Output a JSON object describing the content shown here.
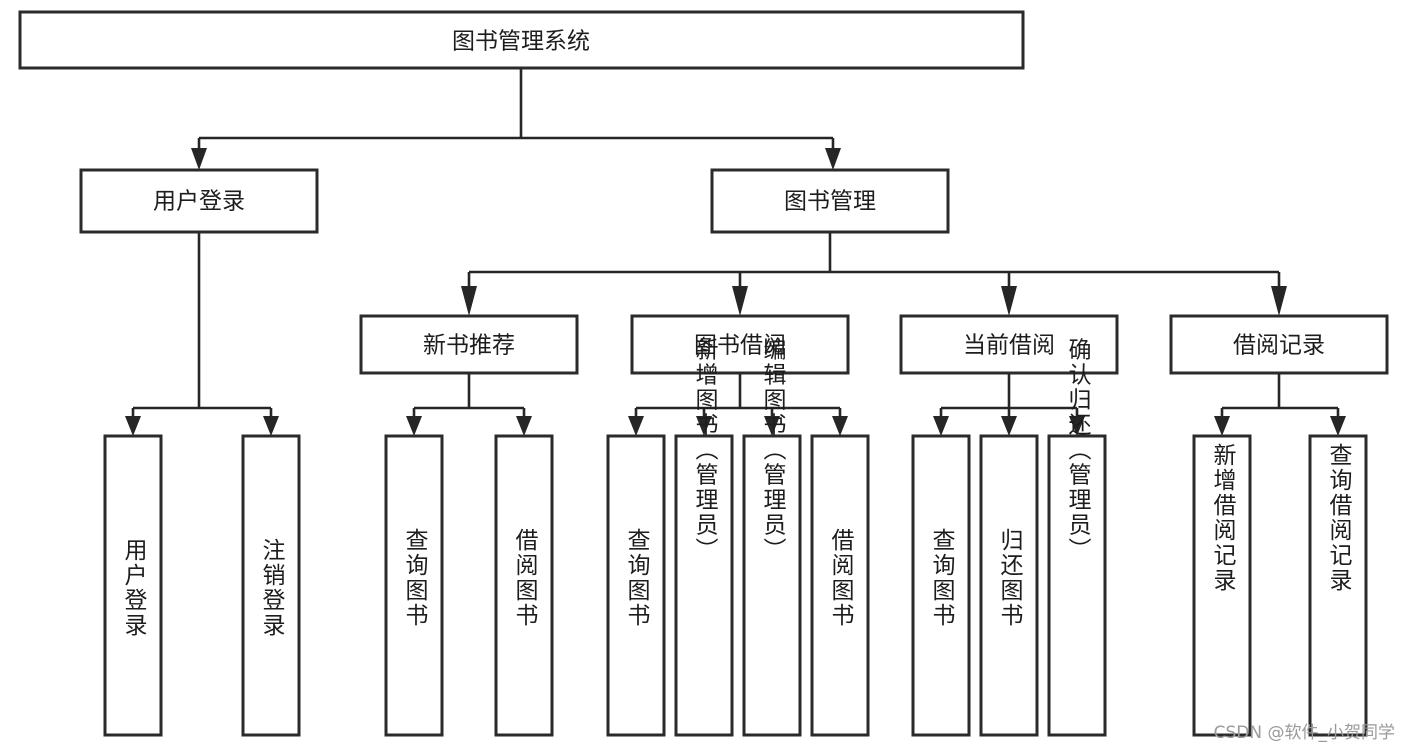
{
  "diagram": {
    "type": "tree-hierarchy",
    "title": "图书管理系统",
    "background_color": "#ffffff",
    "line_color": "#262626",
    "box_fill": "#ffffff",
    "box_stroke": "#2b2b2b",
    "text_color": "#1d1d1d",
    "root": {
      "id": "root",
      "label": "图书管理系统",
      "orientation": "horizontal"
    },
    "level2": [
      {
        "id": "user-login",
        "label": "用户登录",
        "orientation": "horizontal"
      },
      {
        "id": "book-management",
        "label": "图书管理",
        "orientation": "horizontal"
      }
    ],
    "level3": [
      {
        "id": "new-book-recommend",
        "label": "新书推荐",
        "parent": "book-management",
        "orientation": "horizontal"
      },
      {
        "id": "book-borrow",
        "label": "图书借阅",
        "parent": "book-management",
        "orientation": "horizontal"
      },
      {
        "id": "current-borrow",
        "label": "当前借阅",
        "parent": "book-management",
        "orientation": "horizontal"
      },
      {
        "id": "borrow-record",
        "label": "借阅记录",
        "parent": "book-management",
        "orientation": "horizontal"
      }
    ],
    "leaves": [
      {
        "id": "leaf-user-login",
        "label": "用户登录",
        "parent": "user-login",
        "orientation": "vertical"
      },
      {
        "id": "leaf-user-logout",
        "label": "注销登录",
        "parent": "user-login",
        "orientation": "vertical"
      },
      {
        "id": "leaf-query-book-1",
        "label": "查询图书",
        "parent": "new-book-recommend",
        "orientation": "vertical"
      },
      {
        "id": "leaf-borrow-book-1",
        "label": "借阅图书",
        "parent": "new-book-recommend",
        "orientation": "vertical"
      },
      {
        "id": "leaf-query-book-2",
        "label": "查询图书",
        "parent": "book-borrow",
        "orientation": "vertical"
      },
      {
        "id": "leaf-add-book",
        "label": "新增图书（管理员）",
        "parent": "book-borrow",
        "orientation": "vertical"
      },
      {
        "id": "leaf-edit-book",
        "label": "编辑图书（管理员）",
        "parent": "book-borrow",
        "orientation": "vertical"
      },
      {
        "id": "leaf-borrow-book-2",
        "label": "借阅图书",
        "parent": "book-borrow",
        "orientation": "vertical"
      },
      {
        "id": "leaf-query-book-3",
        "label": "查询图书",
        "parent": "current-borrow",
        "orientation": "vertical"
      },
      {
        "id": "leaf-return-book",
        "label": "归还图书",
        "parent": "current-borrow",
        "orientation": "vertical"
      },
      {
        "id": "leaf-confirm-return",
        "label": "确认归还（管理员）",
        "parent": "current-borrow",
        "orientation": "vertical"
      },
      {
        "id": "leaf-add-record",
        "label": "新增借阅记录",
        "parent": "borrow-record",
        "orientation": "vertical"
      },
      {
        "id": "leaf-query-record",
        "label": "查询借阅记录",
        "parent": "borrow-record",
        "orientation": "vertical"
      }
    ]
  },
  "watermark": {
    "text": "CSDN @软件_小贺同学"
  }
}
